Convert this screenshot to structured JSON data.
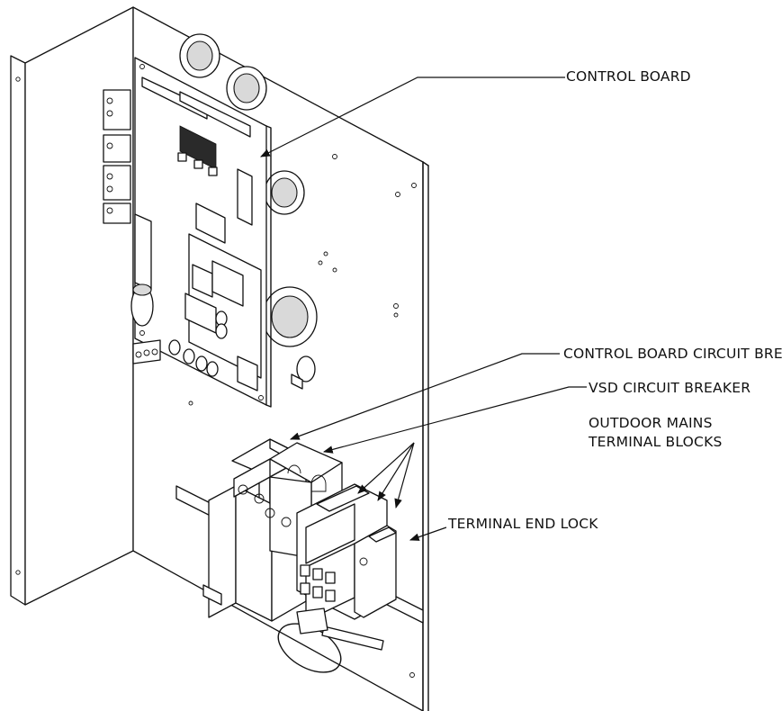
{
  "labels": {
    "control_board": "CONTROL BOARD",
    "control_board_breaker": "CONTROL BOARD CIRCUIT BREAKER",
    "vsd_breaker": "VSD CIRCUIT BREAKER",
    "outdoor_mains_line1": "OUTDOOR MAINS",
    "outdoor_mains_line2": "TERMINAL BLOCKS",
    "terminal_end_lock": "TERMINAL END LOCK"
  }
}
